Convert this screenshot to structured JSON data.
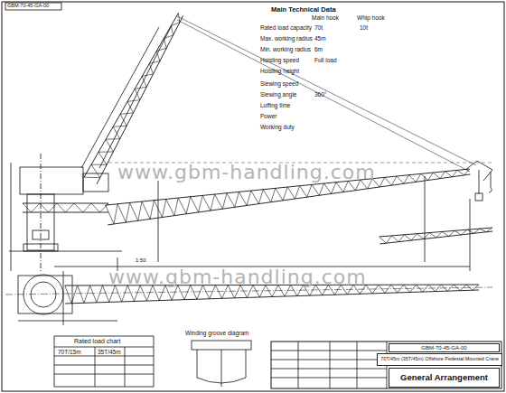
{
  "diagram": {
    "nodes": [
      {
        "text": [
          "GBM-70-45-GA-00"
        ]
      },
      {
        "text": [
          "70T/45m (35T/45m) Offshore Pedestal Mounted Crane"
        ]
      },
      {
        "text": [
          "General Arrangement"
        ]
      }
    ],
    "labels": [
      "GBM-70-45-GA-00",
      "Main Technical Data",
      "Main hook",
      "Whip hook",
      "Rated load capacity",
      "70t",
      "10t",
      "Max. working radius",
      "45m",
      "Min. working radius",
      "6m",
      "Hoisting speed",
      "Full load",
      "Hoisting height",
      "Slewing speed",
      "Slewing angle",
      "360°",
      "Luffing time",
      "Power",
      "Working duty",
      "www.gbm-handling.com",
      "www.gbm-handling.com",
      "Rated load chart",
      "70T/15m",
      "35T/45m",
      "Winding groove diagram",
      "1:50"
    ]
  }
}
